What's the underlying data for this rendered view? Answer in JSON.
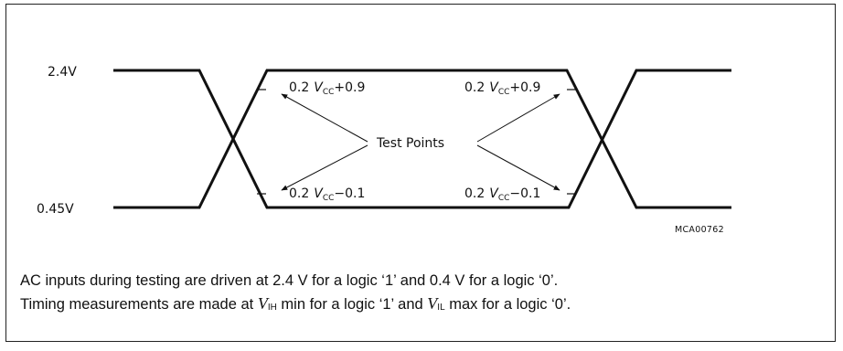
{
  "levels": {
    "high": "2.4V",
    "low": "0.45V"
  },
  "test_points": {
    "label": "Test Points",
    "upper": {
      "coef": "0.2",
      "var": "V",
      "sub": "CC",
      "suffix": "+0.9"
    },
    "lower": {
      "coef": "0.2",
      "var": "V",
      "sub": "CC",
      "suffix": "−0.1"
    }
  },
  "figure_tag": "MCA00762",
  "caption": {
    "line1": "AC inputs during testing are driven at 2.4 V for a logic ‘1’ and 0.4 V for a logic ‘0’.",
    "line2_a": "Timing measurements are made at ",
    "line2_v1": "V",
    "line2_s1": "IH",
    "line2_b": " min for a logic ‘1’ and ",
    "line2_v2": "V",
    "line2_s2": "IL",
    "line2_c": " max for a logic ‘0’."
  },
  "colors": {
    "ink": "#111111",
    "border": "#222222",
    "background": "#ffffff"
  }
}
